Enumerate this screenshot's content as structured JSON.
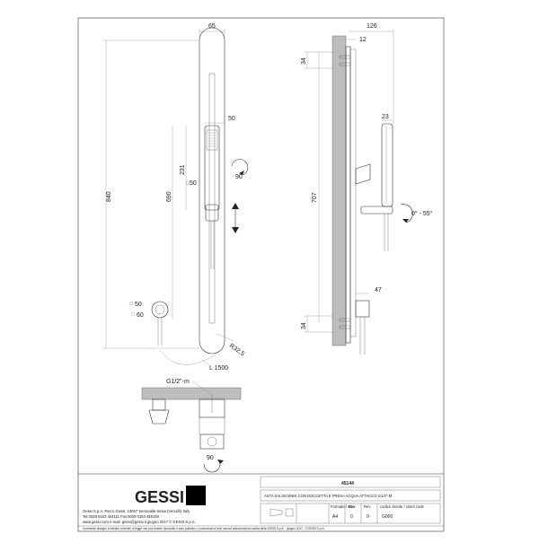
{
  "drawing": {
    "front_view": {
      "width_top": "65",
      "handle_width": "50",
      "total_height": "840",
      "slide_height": "690",
      "head_height": "231",
      "angle_left": "50",
      "rotation": "90",
      "outlet_angle": "60",
      "outlet_size": "50",
      "radius": "R32,5",
      "hose_length": "L 1500"
    },
    "side_view": {
      "depth_top": "126",
      "wall_gap": "12",
      "top_offset": "34",
      "head_depth": "23",
      "bracket_height": "707",
      "swivel": "0° - 55°",
      "outlet_depth": "47",
      "bottom_offset": "34"
    },
    "detail_view": {
      "thread": "G1/2\"-m",
      "rotation": "90"
    }
  },
  "title_block": {
    "product_code": "45144",
    "description": "ASTA SALISCENDI CON DOCCETTA E PRESA ACQUA  ATTACCO G1/2\"-M",
    "logo": "GESSI",
    "company_line1": "Gessi S.p.A. Parco Gessi, 13037 Serravalle Sesia (Vercelli) Italy",
    "company_line2": "Tel.0039  0163  454111  Fax.0039  0163  459150",
    "company_line3": "www.gessi.com   e-mail: gessi@gessi.it       giugno  2017   © GESSI  S.p.A.",
    "format_label": "Formato / size",
    "format_value": "A4",
    "scale_label": "Rev",
    "scale_value": "0",
    "rev_label": "Rev",
    "rev_value": "0",
    "client_label": "codice cliente / client code",
    "client_value": "G000",
    "footer": "Il presente disegno è tutelato a termini di legge non può essere riprodotto o reso pubblico o comunicato a terzi senza l'autorizzazione scritta della GESSI S.p.A. - giugno 2017 - ©GESSI S.p.A.",
    "footer_right": "© GESSI  S.p.A."
  }
}
